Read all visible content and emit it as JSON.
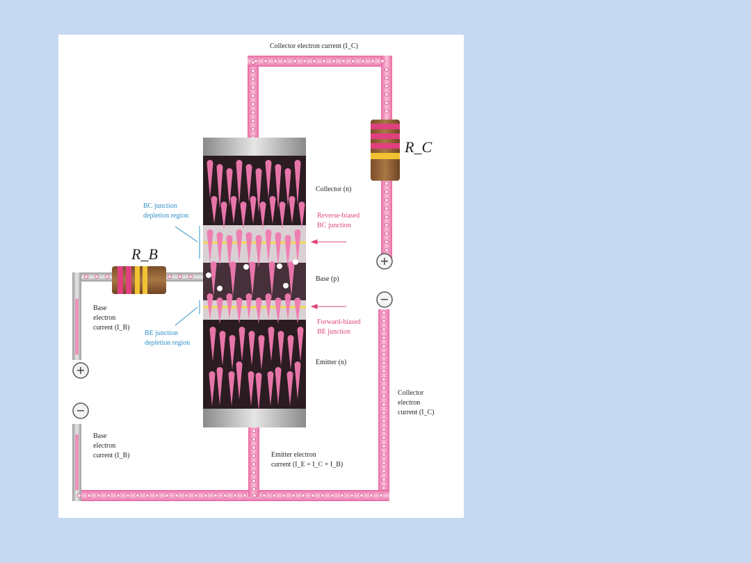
{
  "slide": {
    "background": "#c6d9f1"
  },
  "labels": {
    "collector_current_top": "Collector electron current (I_C)",
    "rc": "R_C",
    "rb": "R_B",
    "collector": "Collector (n)",
    "bc_depletion": "BC junction\ndepletion region",
    "reverse_biased": "Reverse-biased\nBC junction",
    "base": "Base (p)",
    "be_depletion": "BE junction\ndepletion region",
    "forward_biased": "Forward-biased\nBE junction",
    "emitter": "Emitter (n)",
    "base_current_upper": "Base\nelectron\ncurrent (I_B)",
    "base_current_lower": "Base\nelectron\ncurrent (I_B)",
    "collector_current_right": "Collector\nelectron\ncurrent (I_C)",
    "emitter_current": "Emitter electron\ncurrent (I_E = I_C + I_B)",
    "plus": "+",
    "minus": "−"
  },
  "colors": {
    "wire": "#b9b9b9",
    "electron_current": "#ee7fb1",
    "n_region": "#2b1c22",
    "p_region": "#463039",
    "depletion": "#d9d0d3",
    "junction_line": "#f3d84c",
    "contact": "#aaaaaa",
    "label_blue": "#2e8fc5",
    "label_pink": "#e0457b"
  }
}
